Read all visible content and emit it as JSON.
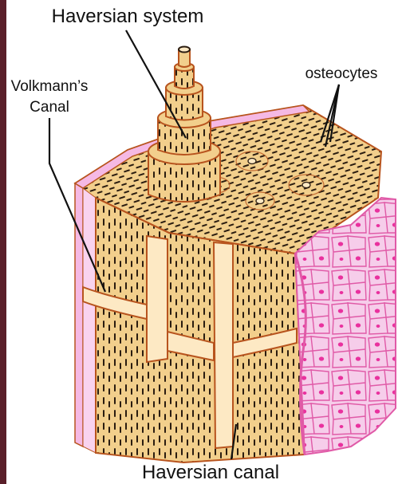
{
  "diagram": {
    "labels": {
      "haversian_system": "Haversian system",
      "volkmanns_canal_line1": "Volkmann’s",
      "volkmanns_canal_line2": "Canal",
      "osteocytes": "osteocytes",
      "haversian_canal": "Haversian canal"
    },
    "colors": {
      "frame": "#5a1f2a",
      "bone": "#f2cf8c",
      "bone_dark": "#e7b86e",
      "outline": "#b8541e",
      "canal": "#fde9c4",
      "periosteum": "#f5b9e4",
      "marrow": "#f6cdea",
      "marrow_cell": "#e9319e",
      "lines": "#2a1c10"
    },
    "icons": [
      "bone-section-illustration"
    ]
  }
}
